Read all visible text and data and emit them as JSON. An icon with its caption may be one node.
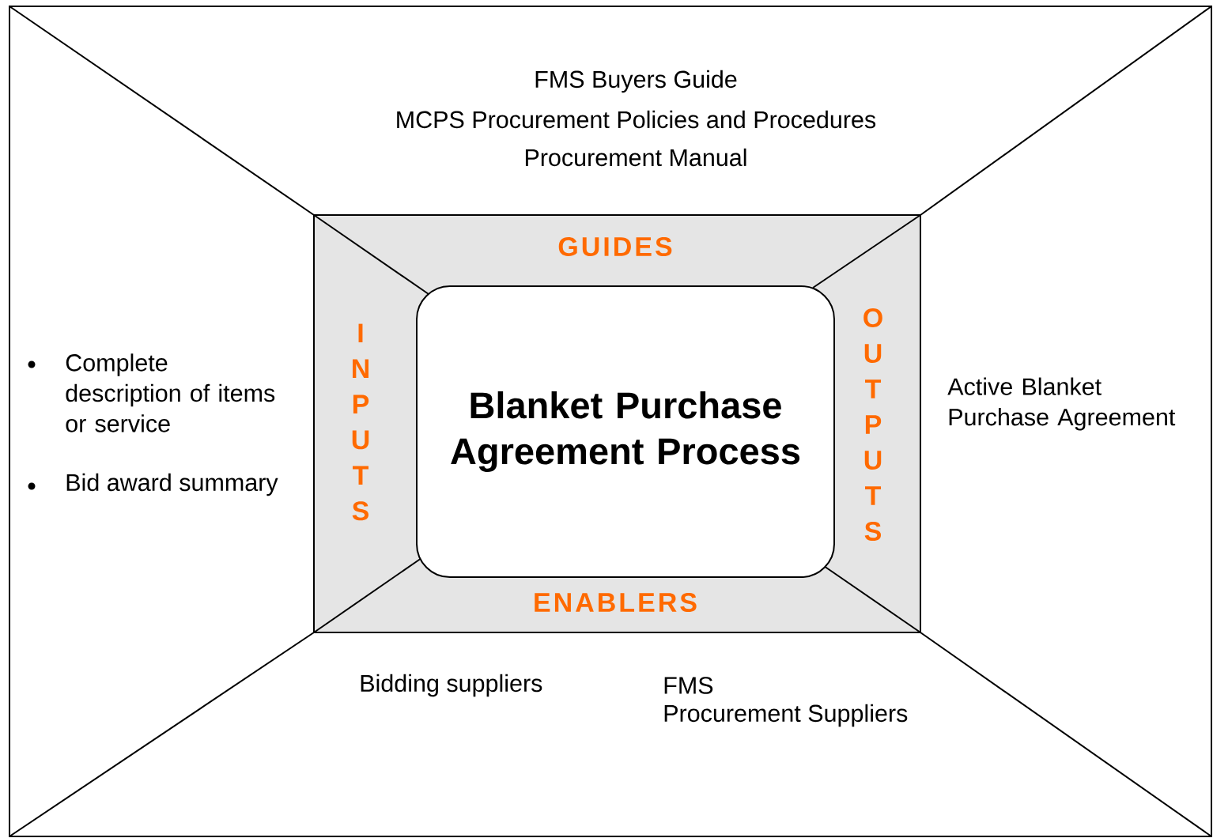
{
  "diagram": {
    "nodes": [
      {
        "text": [
          "Blanket Purchase Agreement Process"
        ]
      }
    ],
    "labels": [
      "FMS Buyers Guide",
      "MCPS Procurement Policies and Procedures",
      "Procurement Manual",
      "GUIDES",
      "INPUTS",
      "OUTPUTS",
      "ENABLERS",
      "Complete description of items or service",
      "Bid award summary",
      "Active Blanket Purchase Agreement",
      "Bidding suppliers",
      "FMS",
      "Procurement Suppliers"
    ]
  }
}
